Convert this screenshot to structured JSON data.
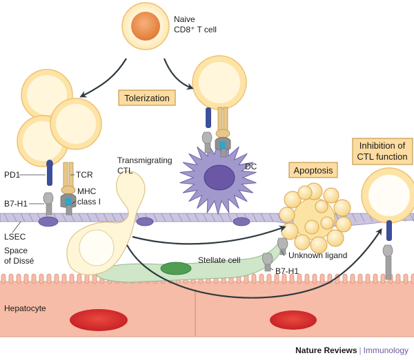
{
  "labels": {
    "naive": [
      "Naive",
      "CD8⁺ T cell"
    ],
    "tolerization": "Tolerization",
    "transmigrating": [
      "Transmigrating",
      "CTL"
    ],
    "dc": "DC",
    "apoptosis": "Apoptosis",
    "inhibition": [
      "Inhibition of",
      "CTL function"
    ],
    "pd1": "PD1",
    "tcr": "TCR",
    "mhc": [
      "MHC",
      "class I"
    ],
    "b7h1": "B7-H1",
    "lsec": "LSEC",
    "space": [
      "Space",
      "of Dissé"
    ],
    "stellate": "Stellate cell",
    "unknown": "Unknown ligand",
    "b7h1_2": "B7-H1",
    "hepatocyte": "Hepatocyte"
  },
  "credit": {
    "journal": "Nature Reviews",
    "separator": "|",
    "section": "Immunology"
  },
  "colors": {
    "tcell_outer": "#fde3a6",
    "tcell_inner": "#fff4d6",
    "naive_core": "#ec8a45",
    "box_fill": "#fcdca0",
    "hepatocyte": "#f5b7a3",
    "nucleus_red": "#d9262c",
    "lsec": "#c9c3de",
    "dc": "#9f96c8",
    "stellate": "#cbe3c4",
    "stellate_nucleus": "#4a9a4c",
    "pd1_blue": "#3b4f9a",
    "mhc_teal": "#2ea6c7",
    "ligand_grey": "#a7a7a7",
    "arrow": "#2f3a40"
  }
}
